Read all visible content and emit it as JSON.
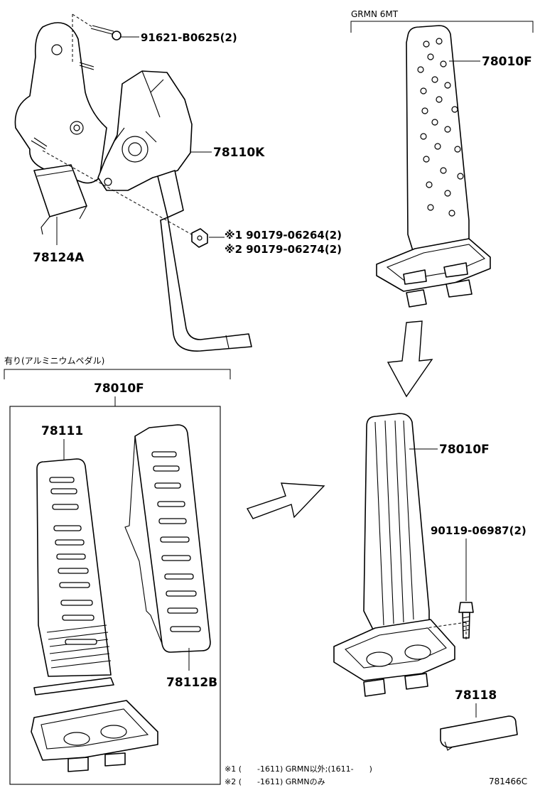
{
  "headers": {
    "grmn_6mt": "GRMN  6MT",
    "aluminium_pedal": "有り(アルミニウムペダル)"
  },
  "parts": {
    "bolt_top": "91621-B0625(2)",
    "pedal_grmn": "78010F",
    "pedal_sensor": "78110K",
    "bracket": "78124A",
    "nut_variant1": "※1 90179-06264(2)",
    "nut_variant2": "※2 90179-06274(2)",
    "pedal_aluminium_set": "78010F",
    "pad_78111": "78111",
    "pad_78112b": "78112B",
    "pedal_result": "78010F",
    "bolt_bottom": "90119-06987(2)",
    "cover_78118": "78118"
  },
  "notes": {
    "note1": "※1 (　　-1611) GRMN以外;(1611-　　)",
    "note2": "※2 (　　-1611) GRMNのみ"
  },
  "diagram_code": "781466C"
}
